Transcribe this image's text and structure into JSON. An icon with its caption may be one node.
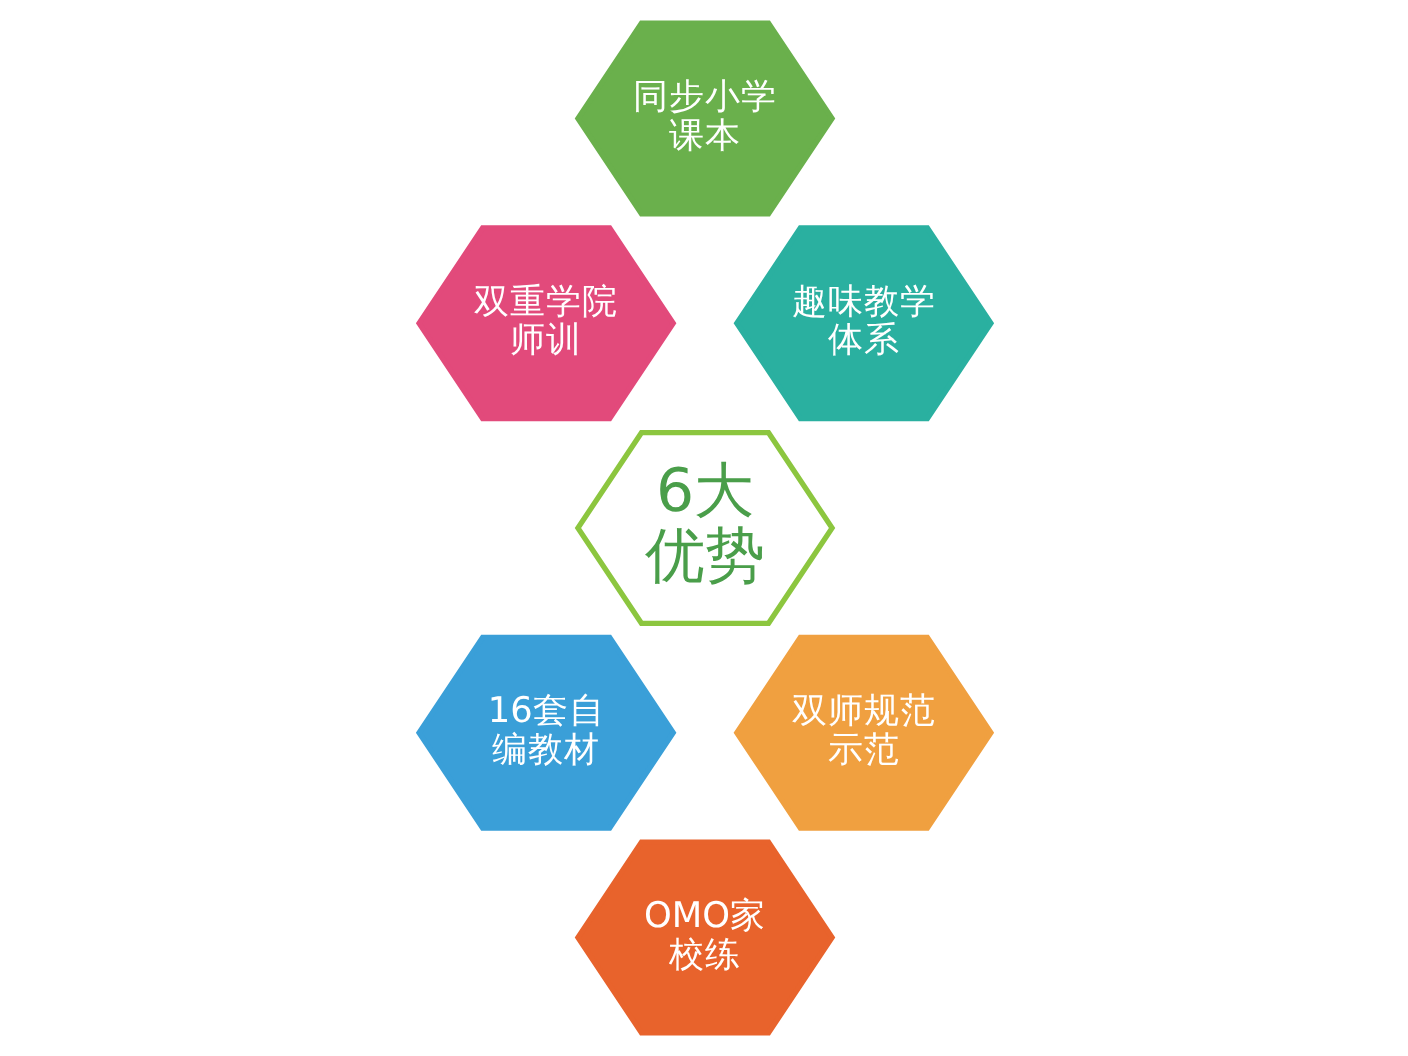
{
  "diagram": {
    "nodes": [
      {
        "text": [
          "同步小学课本"
        ]
      },
      {
        "text": [
          "双重学院师训"
        ]
      },
      {
        "text": [
          "趣味教学体系"
        ]
      },
      {
        "text": [
          "6大优势"
        ]
      },
      {
        "text": [
          "16套自编教材"
        ]
      },
      {
        "text": [
          "双师规范示范"
        ]
      },
      {
        "text": [
          "OMO家校练"
        ]
      }
    ]
  }
}
